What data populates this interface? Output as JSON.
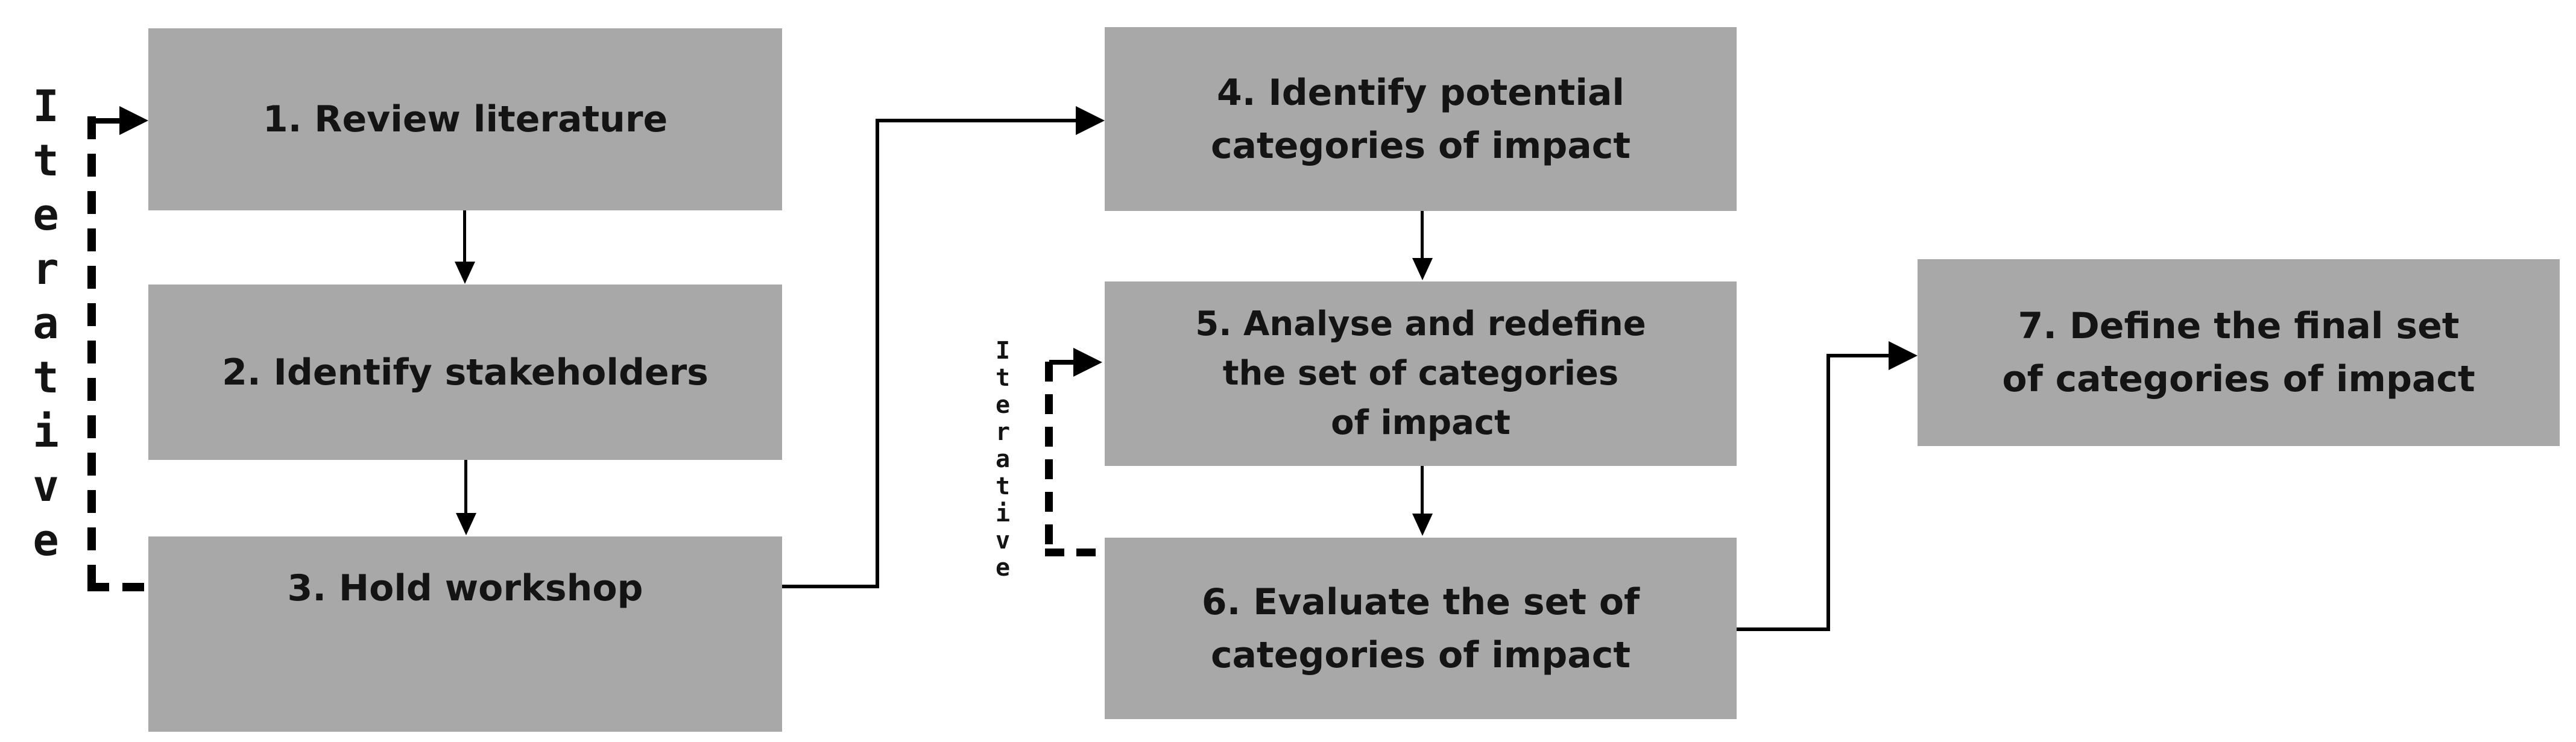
{
  "diagram": {
    "colors": {
      "background": "#ffffff",
      "box_fill": "#a8a8a8",
      "text": "#141414",
      "line": "#000000"
    },
    "boxes": [
      {
        "id": "1",
        "label": "1. Review literature"
      },
      {
        "id": "2",
        "label": "2. Identify stakeholders"
      },
      {
        "id": "3",
        "label": "3. Hold workshop"
      },
      {
        "id": "4",
        "label": "4. Identify potential\ncategories of impact"
      },
      {
        "id": "5",
        "label": "5. Analyse and redefine\nthe set of categories\nof impact"
      },
      {
        "id": "6",
        "label": "6. Evaluate the set of\ncategories of impact"
      },
      {
        "id": "7",
        "label": "7. Define the final set\nof categories of impact"
      }
    ],
    "loops": {
      "left_label": "Iterative",
      "middle_label": "Iterative"
    }
  }
}
